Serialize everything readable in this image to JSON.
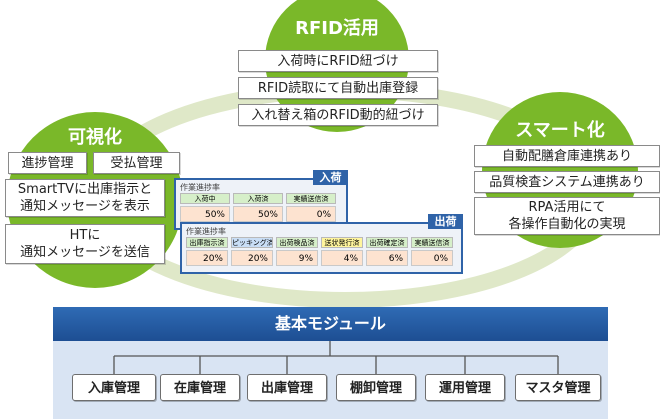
{
  "circles": {
    "rfid": {
      "title": "RFID活用",
      "items": [
        "入荷時にRFID紐づけ",
        "RFID読取にて自動出庫登録",
        "入れ替え箱のRFID動的紐づけ"
      ]
    },
    "visual": {
      "title": "可視化",
      "items": [
        "進捗管理",
        "受払管理",
        "SmartTVに出庫指示と\n通知メッセージを表示",
        "HTに\n通知メッセージを送信"
      ]
    },
    "smart": {
      "title": "スマート化",
      "items": [
        "自動配膳倉庫連携あり",
        "品質検査システム連携あり",
        "RPA活用にて\n各操作自動化の実現"
      ]
    }
  },
  "panels": {
    "inbound": {
      "tab": "入荷",
      "title": "作業進捗率",
      "headers": [
        "入荷中",
        "入荷済",
        "実績送信済"
      ],
      "values": [
        "50%",
        "50%",
        "0%"
      ]
    },
    "outbound": {
      "tab": "出荷",
      "title": "作業進捗率",
      "headers": [
        "出庫指示済",
        "ピッキング済",
        "出荷検品済",
        "送状発行済",
        "出荷確定済",
        "実績送信済"
      ],
      "values": [
        "20%",
        "20%",
        "9%",
        "4%",
        "6%",
        "0%"
      ]
    }
  },
  "base": {
    "title": "基本モジュール",
    "modules": [
      "入庫管理",
      "在庫管理",
      "出庫管理",
      "棚卸管理",
      "運用管理",
      "マスタ管理"
    ]
  },
  "colors": {
    "green": "#7ab829",
    "ring": "#dfe8c8",
    "blue": "#2f63a8",
    "base_bg": "#d9e4f3"
  }
}
